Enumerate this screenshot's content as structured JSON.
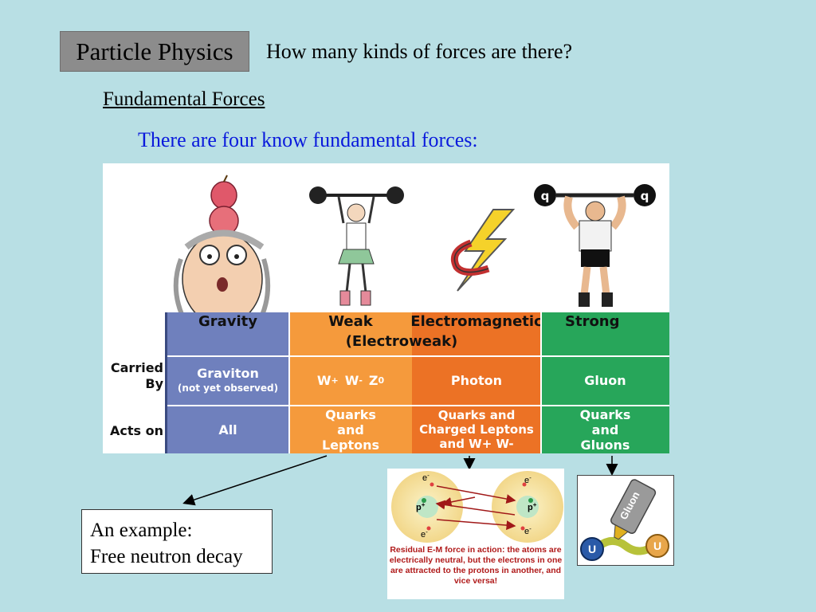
{
  "slide": {
    "title": "Particle Physics",
    "question": "How many kinds of forces are there?",
    "subtitle": "Fundamental Forces",
    "intro": "There are four know fundamental forces:",
    "colors": {
      "background": "#b8dfe4",
      "title_box": "#8c8c8c",
      "intro_text": "#0a1adc"
    }
  },
  "forces_table": {
    "row_labels": {
      "carried_by": "Carried By",
      "acts_on": "Acts on"
    },
    "columns": [
      {
        "name": "Gravity",
        "sub": "",
        "carried": "Graviton",
        "carried_note": "(not yet observed)",
        "acts_on": "All",
        "color": "#6f80bd"
      },
      {
        "name": "Weak",
        "sub": "",
        "carried": "W+ W- Z0",
        "acts_on": "Quarks and Leptons",
        "color": "#f59a3c"
      },
      {
        "name": "Electromagnetic",
        "sub": "",
        "carried": "Photon",
        "acts_on": "Quarks and Charged Leptons and W+ W-",
        "color": "#ec7225"
      },
      {
        "name": "Strong",
        "sub": "",
        "carried": "Gluon",
        "acts_on": "Quarks and Gluons",
        "color": "#27a65a"
      }
    ],
    "electroweak_label": "(Electroweak)",
    "w_plus": "W",
    "w_minus": "W",
    "z_zero": "Z",
    "sup_plus": "+",
    "sup_minus": "-",
    "sup_zero": "0",
    "cart_labels": {
      "weight_left": "q",
      "weight_right": "q"
    }
  },
  "example": {
    "line1": "An example:",
    "line2": "Free neutron decay"
  },
  "em_figure": {
    "electron": "e",
    "proton": "p",
    "minus": "-",
    "plus": "+",
    "caption": "Residual E-M force in action: the atoms are electrically neutral, but the electrons in one are attracted to the protons in another, and vice versa!"
  },
  "gluon_figure": {
    "label": "Gluon",
    "quark_left": "U",
    "quark_right": "U"
  }
}
